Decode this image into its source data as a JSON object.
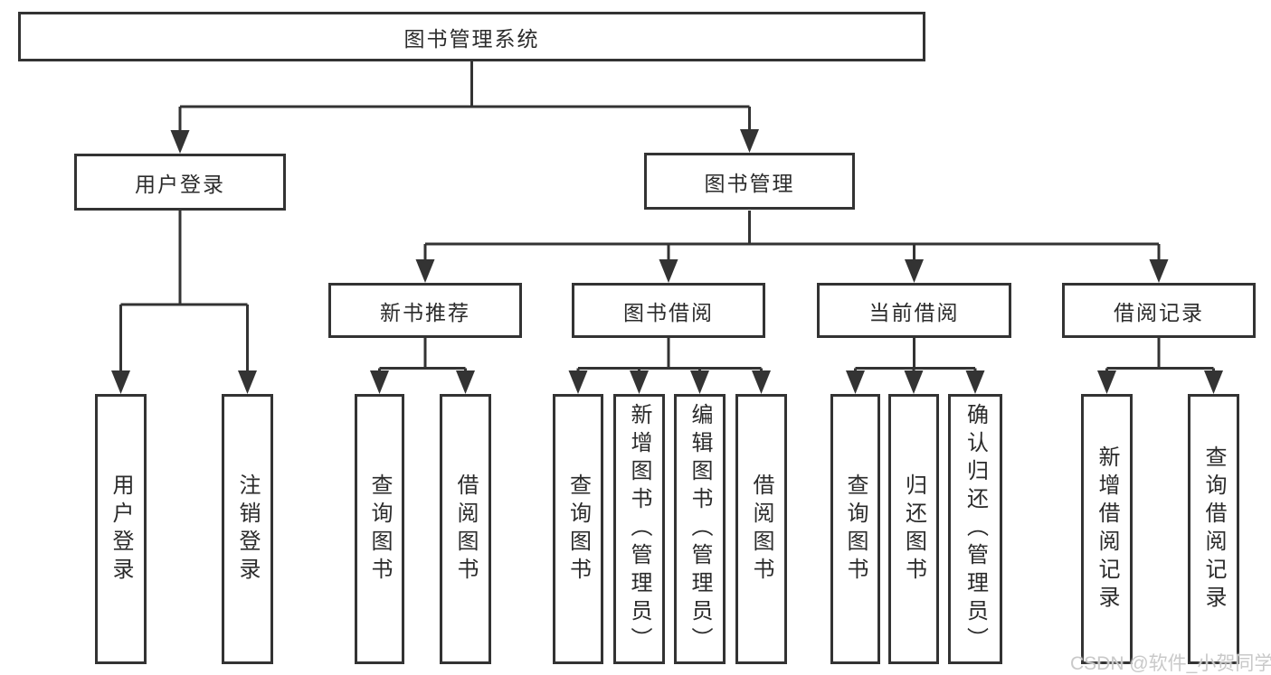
{
  "diagram": {
    "root": "图书管理系统",
    "level2": {
      "user_login": "用户登录",
      "book_mgmt": "图书管理"
    },
    "level3": {
      "new_book": "新书推荐",
      "borrowing": "图书借阅",
      "current": "当前借阅",
      "records": "借阅记录"
    },
    "leaves": {
      "login": "用户登录",
      "logout": "注销登录",
      "nb_query": "查询图书",
      "nb_borrow": "借阅图书",
      "bb_query": "查询图书",
      "bb_add": "新增图书（管理员）",
      "bb_edit": "编辑图书（管理员）",
      "bb_borrow": "借阅图书",
      "cb_query": "查询图书",
      "cb_return": "归还图书",
      "cb_confirm": "确认归还（管理员）",
      "br_add": "新增借阅记录",
      "br_query": "查询借阅记录"
    }
  },
  "watermark": "CSDN @软件_小贺同学",
  "colors": {
    "line": "#333333",
    "text": "#2b2b2b",
    "watermark": "#c9c9c9",
    "background": "#ffffff"
  }
}
